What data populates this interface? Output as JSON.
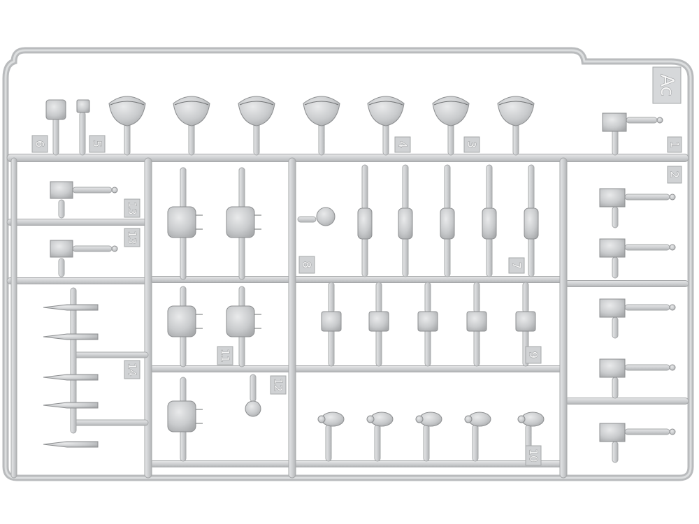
{
  "sprue": {
    "code": "Ac",
    "part_numbers": [
      "1",
      "2",
      "3",
      "4",
      "5",
      "6",
      "7",
      "8",
      "9",
      "10",
      "11",
      "12",
      "13",
      "13",
      "14"
    ]
  },
  "colors": {
    "plastic": "#c9cbcd",
    "plastic_light": "#dcdedf",
    "outline": "#a6a8aa",
    "detail": "#6e7072",
    "background": "#ffffff"
  }
}
